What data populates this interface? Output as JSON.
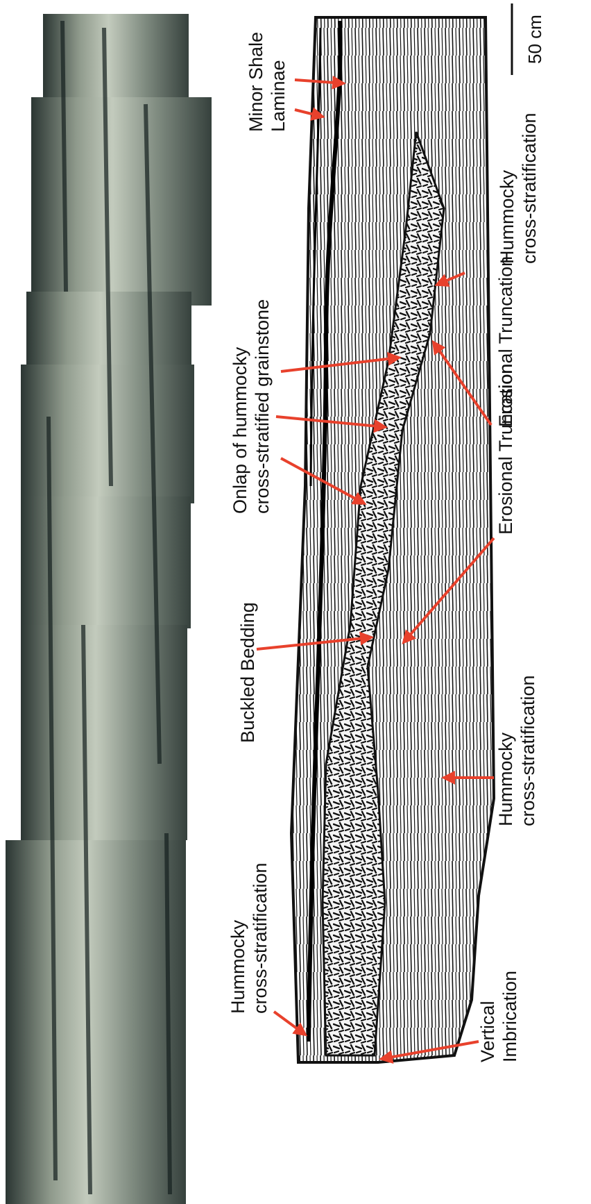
{
  "scale_bar": {
    "label": "50 cm"
  },
  "labels": {
    "minor_shale": [
      "Minor Shale",
      "Laminae"
    ],
    "onlap": [
      "Onlap of hummocky",
      "cross-stratified grainstone"
    ],
    "buckled": [
      "Buckled Bedding"
    ],
    "hummocky_bottom": [
      "Hummocky",
      "cross-stratification"
    ],
    "hummocky_right_top": [
      "Hummocky",
      "cross-stratification"
    ],
    "hummocky_right_mid": [
      "Hummocky",
      "cross-stratification"
    ],
    "erosional_top": [
      "Erosional Truncation"
    ],
    "erosional_mid": [
      "Erosional Truncation"
    ],
    "vertical_imbrication": [
      "Vertical",
      "Imbrication"
    ]
  },
  "colors": {
    "arrow": "#e8412c",
    "ink": "#111111",
    "photo_dark": "#1f2a2a",
    "photo_light": "#b9c2b2"
  }
}
